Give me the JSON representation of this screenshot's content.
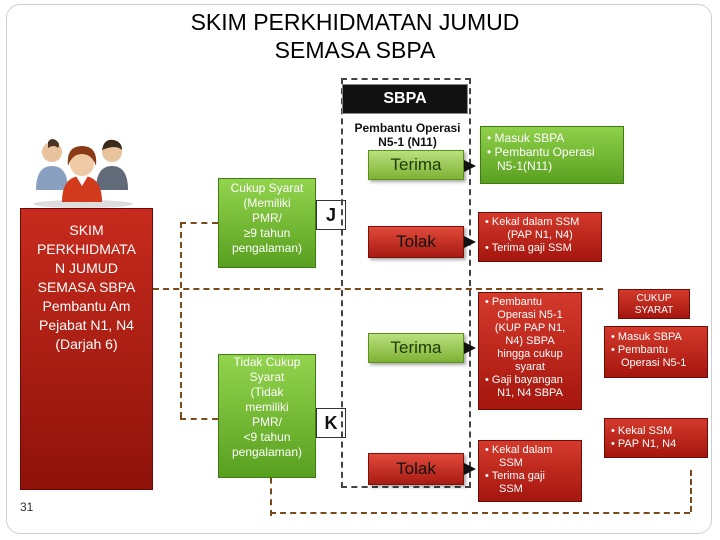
{
  "title": {
    "line1": "SKIM PERKHIDMATAN JUMUD",
    "line2": "SEMASA SBPA"
  },
  "sbpa_header": "SBPA",
  "position_label": {
    "line1": "Pembantu Operasi",
    "line2": "N5-1 (N11)"
  },
  "left_box": {
    "lines": [
      "SKIM",
      "PERKHIDMATA",
      "N JUMUD",
      "SEMASA SBPA",
      "Pembantu Am",
      "Pejabat N1, N4",
      "(Darjah 6)"
    ]
  },
  "cukup_box": {
    "lines": [
      "Cukup Syarat",
      "(Memiliki",
      "PMR/",
      "≥9 tahun",
      "pengalaman)"
    ]
  },
  "tidak_box": {
    "lines": [
      "Tidak Cukup",
      "Syarat",
      "(Tidak",
      "memiliki",
      "PMR/",
      "<9 tahun",
      "pengalaman)"
    ]
  },
  "letters": {
    "j": "J",
    "k": "K"
  },
  "buttons": {
    "terima1": "Terima",
    "tolak1": "Tolak",
    "terima2": "Terima",
    "tolak2": "Tolak"
  },
  "notes": {
    "terima1": [
      "• Masuk SBPA",
      "• Pembantu Operasi",
      "N5-1(N11)"
    ],
    "tolak1": [
      "• Kekal dalam SSM",
      "(PAP N1, N4)",
      "• Terima gaji SSM"
    ],
    "terima2": [
      "• Pembantu",
      "Operasi N5-1",
      "(KUP PAP N1,",
      "N4) SBPA",
      "hingga cukup",
      "syarat",
      "• Gaji bayangan",
      "N1, N4 SBPA"
    ],
    "tolak2": [
      "• Kekal dalam",
      "SSM",
      "• Terima gaji",
      "SSM"
    ]
  },
  "right_panel": {
    "cukup_label": [
      "CUKUP",
      "SYARAT"
    ],
    "masuk": [
      "• Masuk SBPA",
      "• Pembantu",
      "Operasi N5-1"
    ],
    "kekal": [
      "• Kekal SSM",
      "• PAP N1, N4"
    ]
  },
  "page_number": "31",
  "colors": {
    "green": "#6fb82f",
    "red": "#b8200f",
    "black": "#111111"
  },
  "icons": {
    "people": "people-group-icon"
  }
}
